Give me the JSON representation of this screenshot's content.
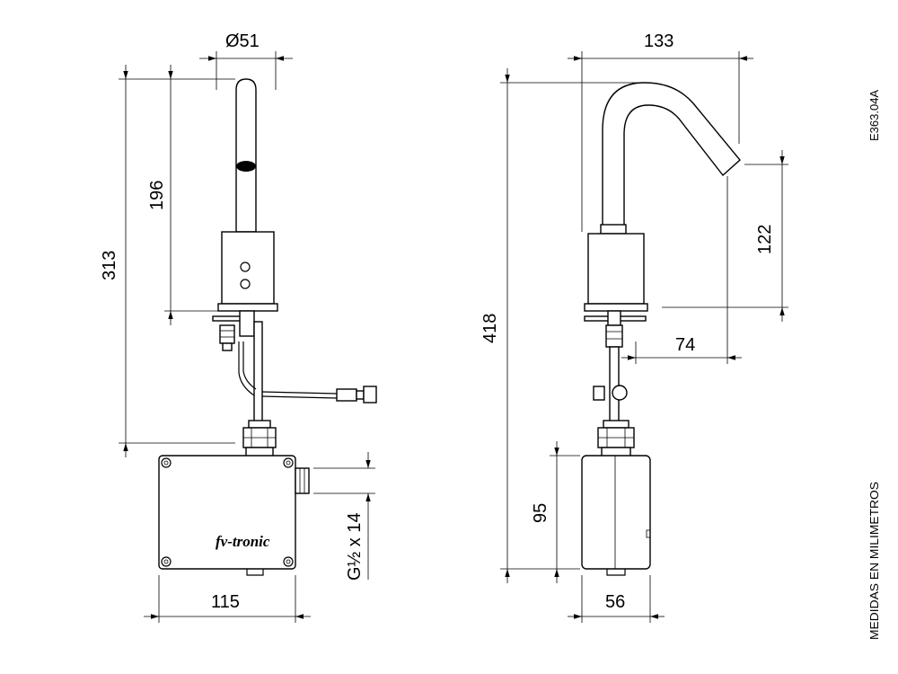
{
  "drawing_code": "E363.04A",
  "units_note": "MEDIDAS EN MILIMETROS",
  "brand_logo": "fv-tronic",
  "dimensions": {
    "spout_diameter": "Ø51",
    "reach_top": "133",
    "height_front_total": "313",
    "height_front_spout": "196",
    "height_side_total": "418",
    "spout_clearance": "122",
    "spout_projection": "74",
    "box_width": "115",
    "box_height": "95",
    "box_depth": "56",
    "connection_thread": "G½ x 14"
  }
}
